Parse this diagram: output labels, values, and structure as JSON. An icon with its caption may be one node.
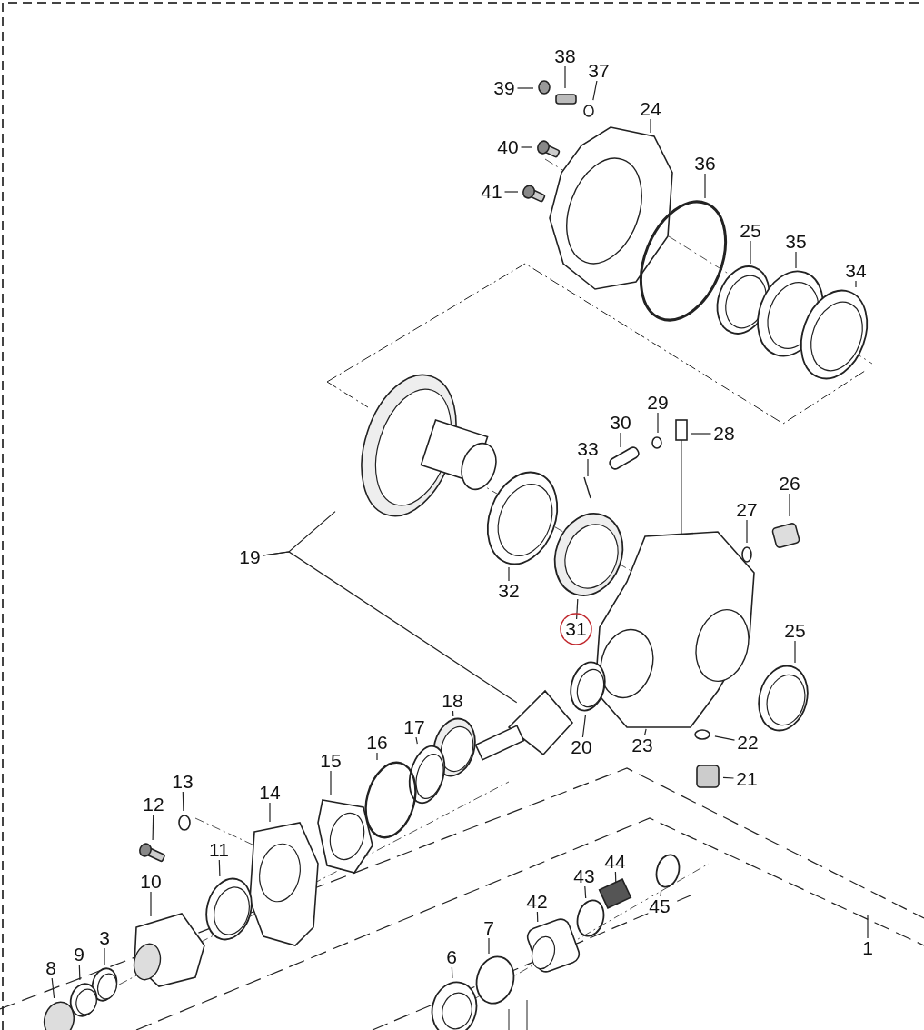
{
  "diagram": {
    "nodes": [
      {
        "text": [
          "38"
        ]
      },
      {
        "text": [
          "37"
        ]
      },
      {
        "text": [
          "39"
        ]
      },
      {
        "text": [
          "24"
        ]
      },
      {
        "text": [
          "40"
        ]
      },
      {
        "text": [
          "36"
        ]
      },
      {
        "text": [
          "41"
        ]
      },
      {
        "text": [
          "25"
        ]
      },
      {
        "text": [
          "35"
        ]
      },
      {
        "text": [
          "34"
        ]
      },
      {
        "text": [
          "29"
        ]
      },
      {
        "text": [
          "30"
        ]
      },
      {
        "text": [
          "28"
        ]
      },
      {
        "text": [
          "33"
        ]
      },
      {
        "text": [
          "26"
        ]
      },
      {
        "text": [
          "27"
        ]
      },
      {
        "text": [
          "19"
        ]
      },
      {
        "text": [
          "32"
        ]
      },
      {
        "text": [
          "31"
        ]
      },
      {
        "text": [
          "25"
        ]
      },
      {
        "text": [
          "18"
        ]
      },
      {
        "text": [
          "20"
        ]
      },
      {
        "text": [
          "23"
        ]
      },
      {
        "text": [
          "22"
        ]
      },
      {
        "text": [
          "16"
        ]
      },
      {
        "text": [
          "17"
        ]
      },
      {
        "text": [
          "15"
        ]
      },
      {
        "text": [
          "21"
        ]
      },
      {
        "text": [
          "13"
        ]
      },
      {
        "text": [
          "14"
        ]
      },
      {
        "text": [
          "12"
        ]
      },
      {
        "text": [
          "11"
        ]
      },
      {
        "text": [
          "10"
        ]
      },
      {
        "text": [
          "44"
        ]
      },
      {
        "text": [
          "43"
        ]
      },
      {
        "text": [
          "42"
        ]
      },
      {
        "text": [
          "45"
        ]
      },
      {
        "text": [
          "7"
        ]
      },
      {
        "text": [
          "1"
        ]
      },
      {
        "text": [
          "3"
        ]
      },
      {
        "text": [
          "9"
        ]
      },
      {
        "text": [
          "8"
        ]
      },
      {
        "text": [
          "6"
        ]
      }
    ],
    "edges": [
      {
        "from": 0,
        "to": null,
        "arrow": "none"
      },
      {
        "from": 1,
        "to": null,
        "arrow": "none"
      },
      {
        "from": 2,
        "to": null,
        "arrow": "none"
      },
      {
        "from": 3,
        "to": null,
        "arrow": "none"
      },
      {
        "from": 4,
        "to": null,
        "arrow": "none"
      },
      {
        "from": 5,
        "to": null,
        "arrow": "none"
      },
      {
        "from": 6,
        "to": null,
        "arrow": "none"
      },
      {
        "from": 7,
        "to": null,
        "arrow": "none"
      },
      {
        "from": 8,
        "to": null,
        "arrow": "none"
      },
      {
        "from": 9,
        "to": null,
        "arrow": "none"
      },
      {
        "from": 10,
        "to": null,
        "arrow": "none"
      },
      {
        "from": 11,
        "to": null,
        "arrow": "none"
      },
      {
        "from": 12,
        "to": null,
        "arrow": "none"
      },
      {
        "from": 13,
        "to": null,
        "arrow": "none"
      },
      {
        "from": 14,
        "to": null,
        "arrow": "none"
      },
      {
        "from": 15,
        "to": null,
        "arrow": "none"
      },
      {
        "from": 16,
        "to": null,
        "arrow": "none"
      },
      {
        "from": 16,
        "to": null,
        "arrow": "none"
      },
      {
        "from": 17,
        "to": null,
        "arrow": "none"
      },
      {
        "from": 18,
        "to": null,
        "arrow": "none"
      },
      {
        "from": 19,
        "to": null,
        "arrow": "none"
      },
      {
        "from": 20,
        "to": null,
        "arrow": "none"
      },
      {
        "from": 21,
        "to": null,
        "arrow": "none"
      },
      {
        "from": 22,
        "to": null,
        "arrow": "none"
      },
      {
        "from": 23,
        "to": null,
        "arrow": "none"
      },
      {
        "from": 24,
        "to": null,
        "arrow": "none"
      },
      {
        "from": 25,
        "to": null,
        "arrow": "none"
      },
      {
        "from": 26,
        "to": null,
        "arrow": "none"
      },
      {
        "from": 27,
        "to": null,
        "arrow": "none"
      },
      {
        "from": 28,
        "to": null,
        "arrow": "none"
      },
      {
        "from": 29,
        "to": null,
        "arrow": "none"
      },
      {
        "from": 30,
        "to": null,
        "arrow": "none"
      },
      {
        "from": 31,
        "to": null,
        "arrow": "none"
      },
      {
        "from": 32,
        "to": null,
        "arrow": "none"
      },
      {
        "from": 33,
        "to": null,
        "arrow": "none"
      },
      {
        "from": 34,
        "to": null,
        "arrow": "none"
      },
      {
        "from": 35,
        "to": null,
        "arrow": "none"
      },
      {
        "from": 36,
        "to": null,
        "arrow": "none"
      },
      {
        "from": 37,
        "to": null,
        "arrow": "none"
      },
      {
        "from": 38,
        "to": null,
        "arrow": "none"
      },
      {
        "from": 39,
        "to": null,
        "arrow": "none"
      },
      {
        "from": 40,
        "to": null,
        "arrow": "none"
      },
      {
        "from": 41,
        "to": null,
        "arrow": "none"
      },
      {
        "from": 42,
        "to": null,
        "arrow": "none"
      }
    ]
  }
}
